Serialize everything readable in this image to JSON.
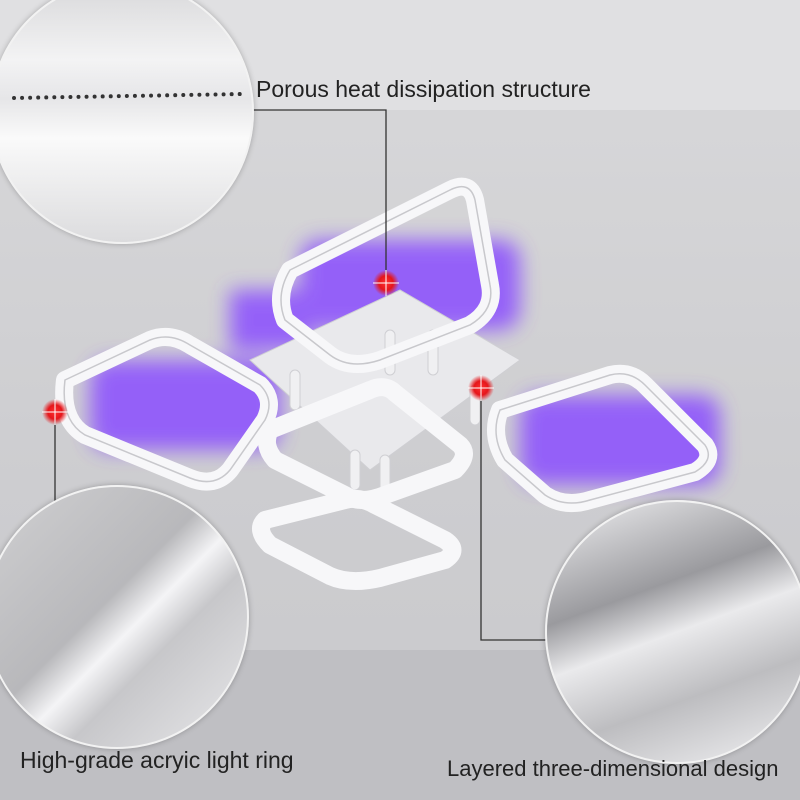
{
  "callouts": {
    "top": "Porous heat dissipation structure",
    "bottom_left": "High-grade acryic light ring",
    "bottom_right": "Layered three-dimensional design"
  },
  "colors": {
    "glow": "#8a4dff",
    "marker": "#e5161b",
    "frame": "#f4f4f6"
  }
}
